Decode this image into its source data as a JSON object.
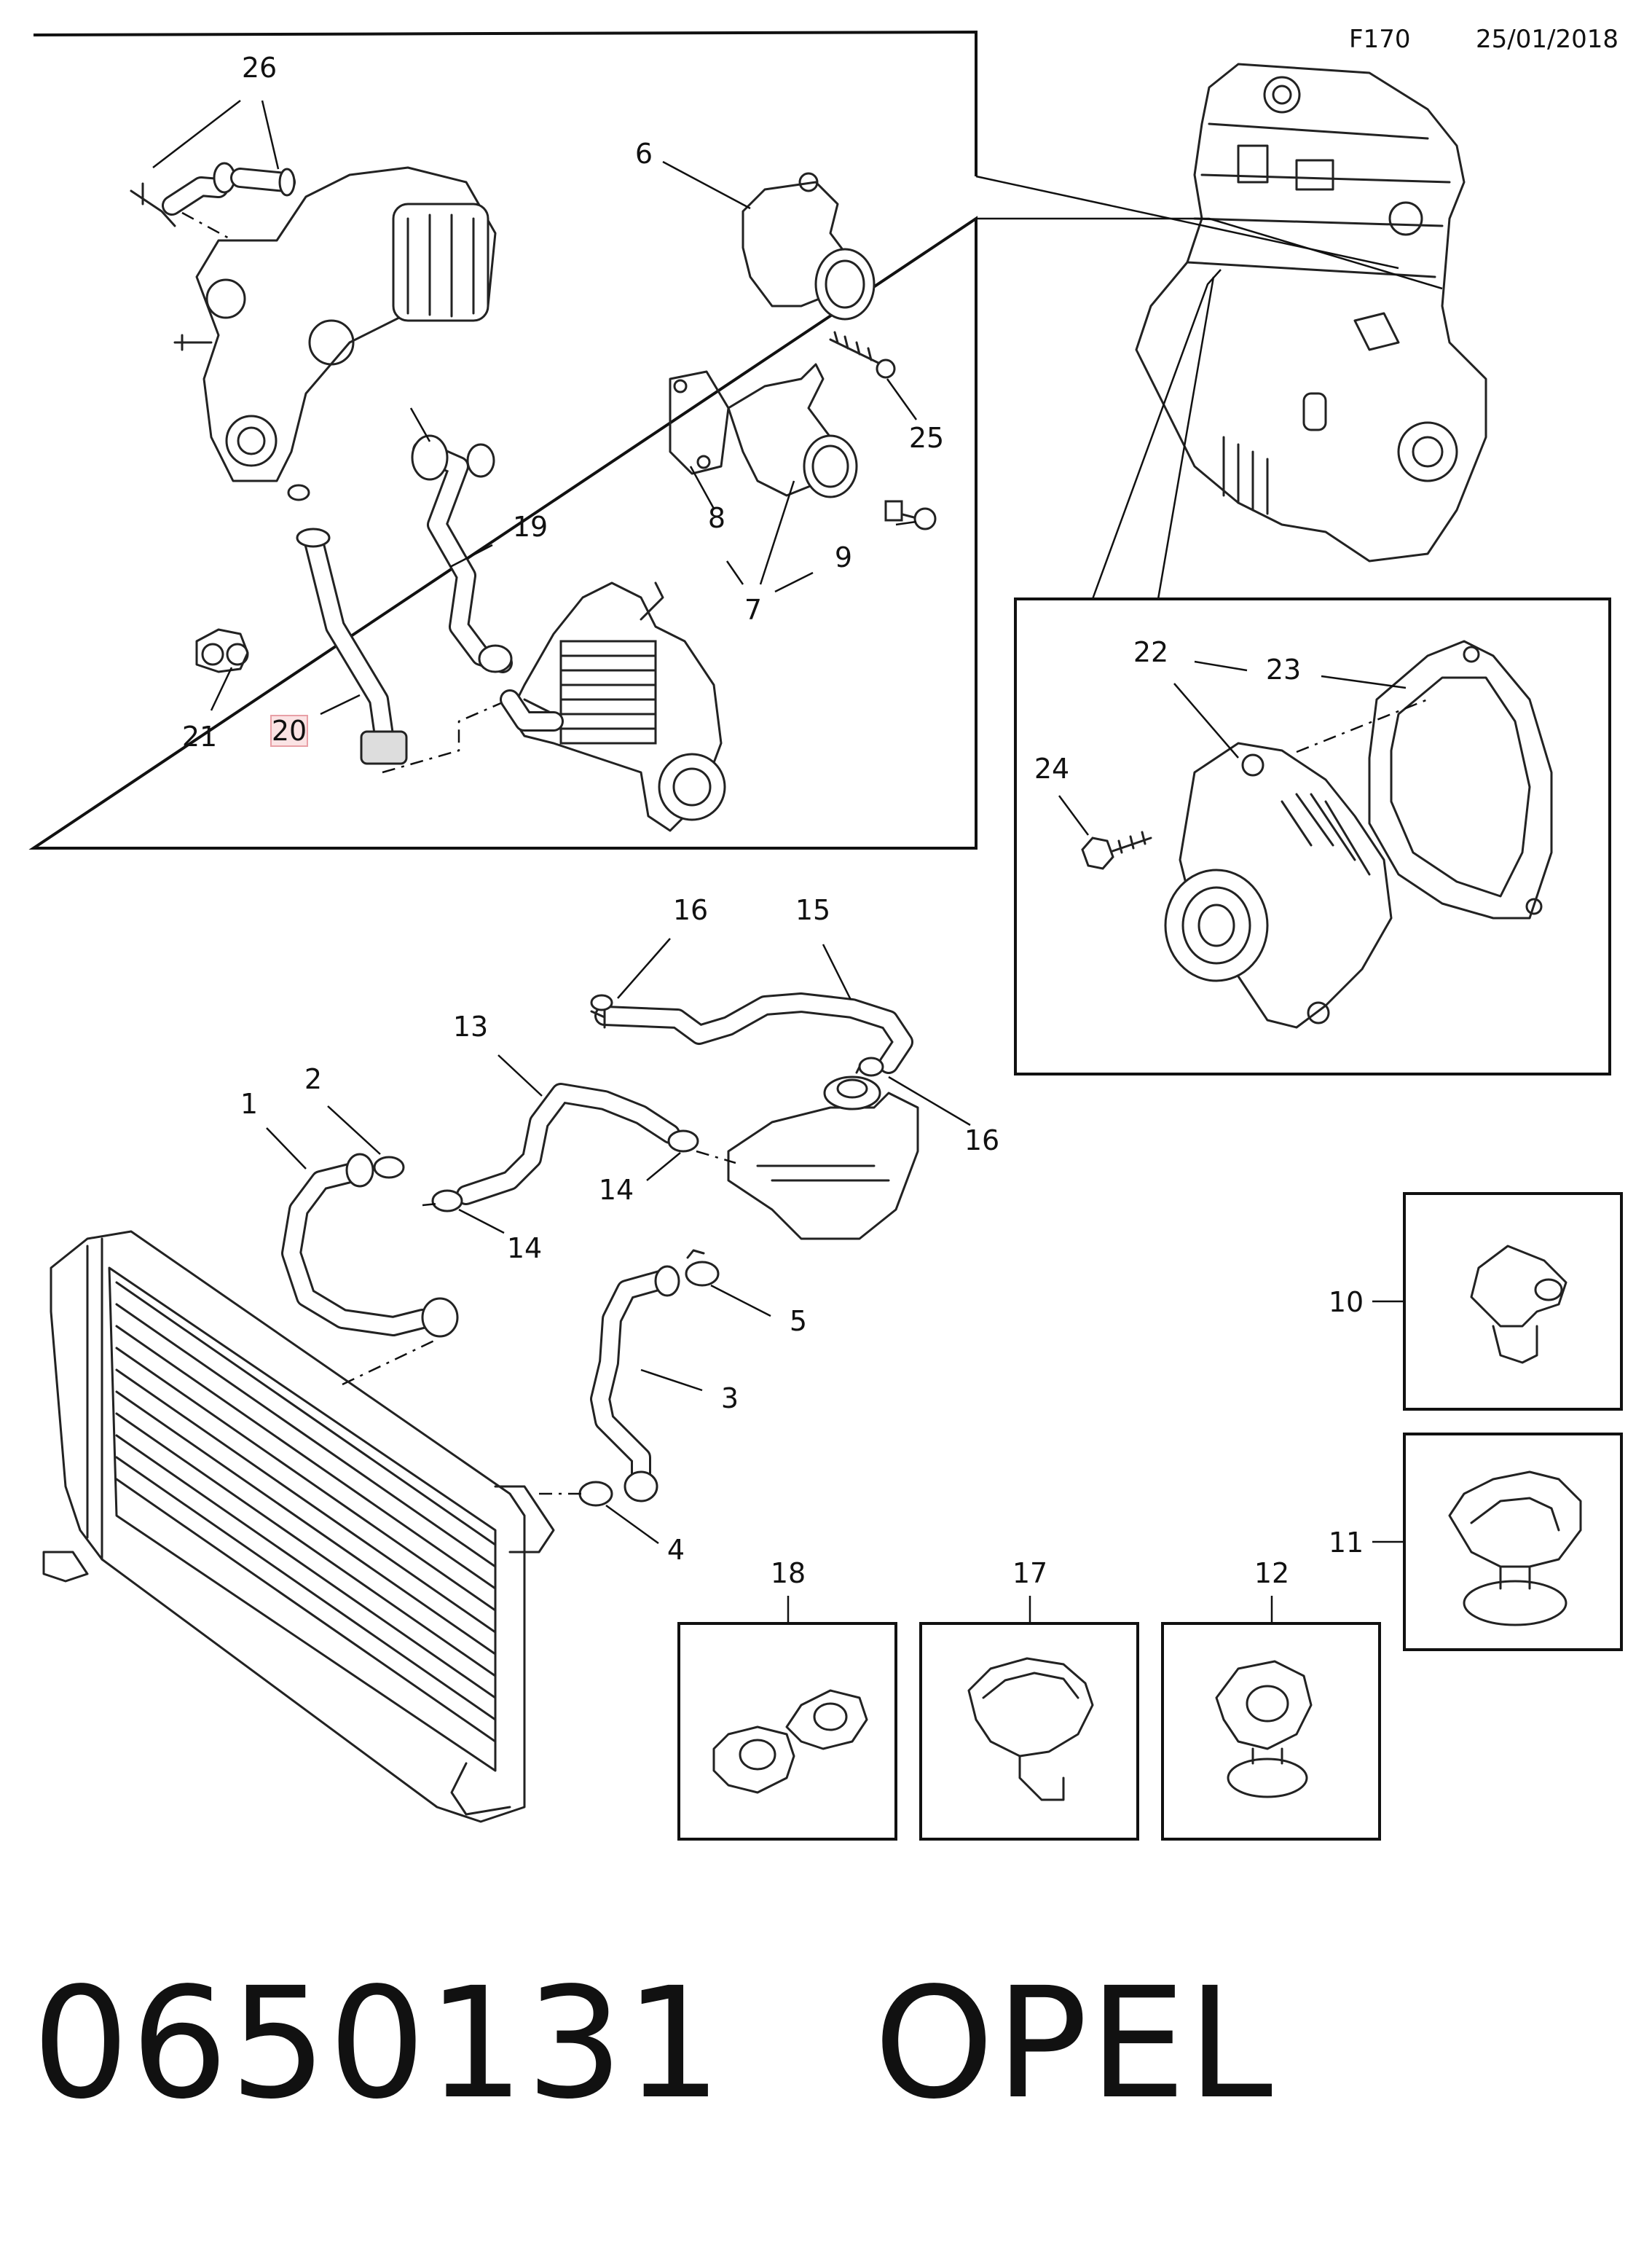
{
  "header": {
    "code": "F170",
    "date": "25/01/2018"
  },
  "callouts": {
    "c1": "1",
    "c2": "2",
    "c3": "3",
    "c4": "4",
    "c5": "5",
    "c6": "6",
    "c7": "7",
    "c8": "8",
    "c9": "9",
    "c10": "10",
    "c11": "11",
    "c12": "12",
    "c13": "13",
    "c14a": "14",
    "c14b": "14",
    "c15": "15",
    "c16a": "16",
    "c16b": "16",
    "c17": "17",
    "c18": "18",
    "c19": "19",
    "c20": "20",
    "c21": "21",
    "c22": "22",
    "c23": "23",
    "c24": "24",
    "c25": "25",
    "c26": "26"
  },
  "highlight": {
    "part": "20",
    "color": "#e8a0a6",
    "fill": "#fbe3e4"
  },
  "footer": {
    "reference": "0650131   OPEL"
  }
}
